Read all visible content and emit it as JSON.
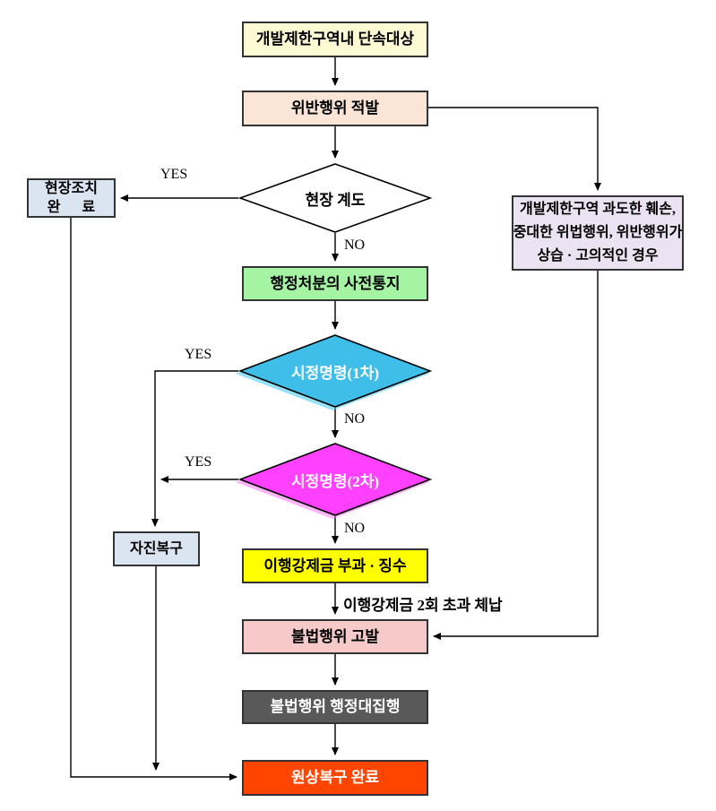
{
  "diagram": {
    "nodes": {
      "target": {
        "label": "개발제한구역내 단속대상",
        "bg": "#FEFBD4",
        "fg": "#000000"
      },
      "detection": {
        "label": "위반행위 적발",
        "bg": "#FBE5D6",
        "fg": "#000000"
      },
      "site_guidance": {
        "label": "현장 계도",
        "bg": "#FFFFFF",
        "fg": "#000000"
      },
      "site_action": {
        "lines": [
          "현장조치",
          "완      료"
        ],
        "bg": "#DBE5F1",
        "fg": "#000000"
      },
      "severe_case": {
        "lines": [
          "개발제한구역 과도한 훼손,",
          "중대한 위법행위, 위반행위가",
          "상습 · 고의적인 경우"
        ],
        "bg": "#EBE3F2",
        "fg": "#000000"
      },
      "prior_notice": {
        "label": "행정처분의 사전통지",
        "bg": "#A4F4A4",
        "fg": "#000000"
      },
      "order1": {
        "label": "시정명령(1차)",
        "bg": "#3EBEE8",
        "fg": "#FFFFFF"
      },
      "order2": {
        "label": "시정명령(2차)",
        "bg": "#FF40FF",
        "fg": "#FFFFFF"
      },
      "self_restore": {
        "label": "자진복구",
        "bg": "#DBE5F1",
        "fg": "#000000"
      },
      "levy": {
        "label": "이행강제금 부과 · 징수",
        "bg": "#FFFF00",
        "fg": "#000000"
      },
      "accusation": {
        "label": "불법행위 고발",
        "bg": "#F7CACA",
        "fg": "#000000"
      },
      "execution": {
        "label": "불법행위 행정대집행",
        "bg": "#595959",
        "fg": "#FFFFFF"
      },
      "restored": {
        "label": "원상복구 완료",
        "bg": "#FF4500",
        "fg": "#FFFFFF"
      }
    },
    "edge_labels": {
      "yes1": "YES",
      "no1": "NO",
      "yes2": "YES",
      "no2": "NO",
      "yes3": "YES",
      "no3": "NO",
      "levy_note": "이행강제금 2회 초과 체납"
    },
    "colors": {
      "line": "#000000",
      "border": "#333333"
    }
  }
}
